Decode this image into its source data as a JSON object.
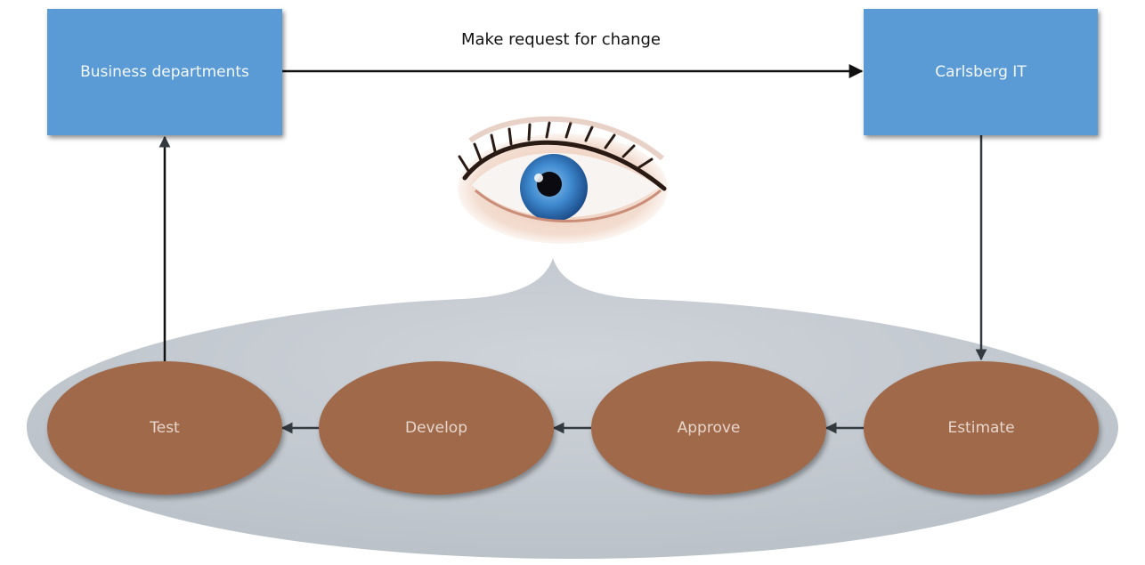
{
  "boxes": {
    "source": "Business departments",
    "target": "Carlsberg IT"
  },
  "edge_label": "Make request for change",
  "steps": {
    "test": "Test",
    "develop": "Develop",
    "approve": "Approve",
    "estimate": "Estimate"
  },
  "colors": {
    "box_fill": "#5b9bd5",
    "step_fill": "#a0694a",
    "platform_fill": "#c7cdd3",
    "arrow": "#111111"
  },
  "icons": {
    "observer": "eye-icon"
  }
}
